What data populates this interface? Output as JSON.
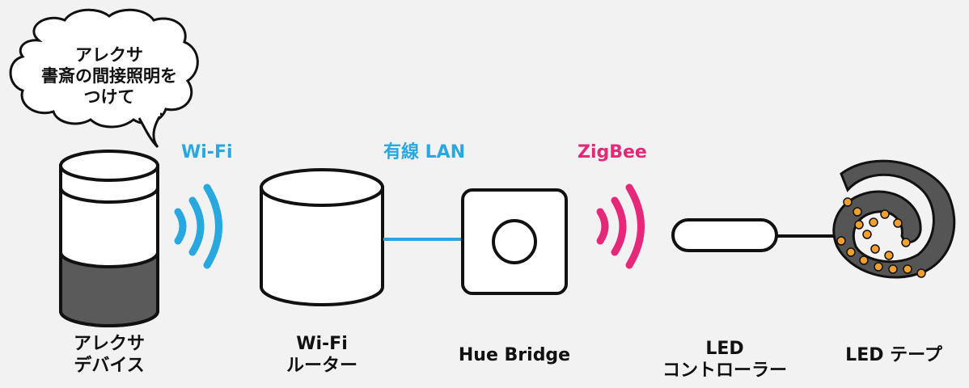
{
  "speech_bubble": {
    "lines": [
      "アレクサ",
      "書斎の間接照明を",
      "つけて"
    ]
  },
  "connections": {
    "wifi": "Wi-Fi",
    "wired_lan": "有線 LAN",
    "zigbee": "ZigBee"
  },
  "devices": {
    "alexa": {
      "line1": "アレクサ",
      "line2": "デバイス"
    },
    "router": {
      "line1": "Wi-Fi",
      "line2": "ルーター"
    },
    "hue_bridge": {
      "line1": "Hue Bridge"
    },
    "led_controller": {
      "line1": "LED",
      "line2": "コントローラー"
    },
    "led_tape": {
      "line1": "LED テープ"
    }
  },
  "colors": {
    "wifi": "#29a8e0",
    "lan": "#29a8e0",
    "zigbee": "#e6287a",
    "led": "#f0a030",
    "dark_gray": "#555555"
  }
}
